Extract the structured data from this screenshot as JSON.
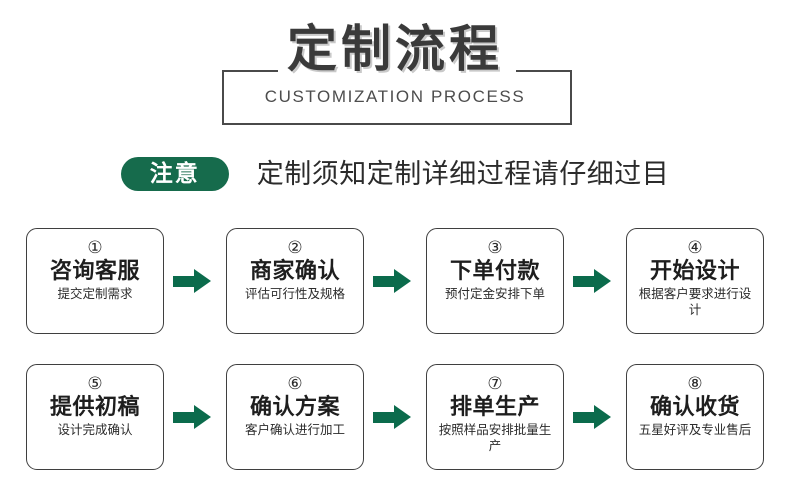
{
  "header": {
    "title_cn": "定制流程",
    "title_en": "CUSTOMIZATION PROCESS"
  },
  "notice": {
    "badge_label": "注意",
    "text": "定制须知定制详细过程请仔细过目"
  },
  "colors": {
    "badge_green": "#166B4C",
    "arrow_green": "#0B6B4C",
    "card_border": "#3f3f3f",
    "title_gray": "#3a3a3a",
    "title_shadow": "#c9c9c9"
  },
  "flow": {
    "arrow_icon": "arrow-right-icon",
    "rows": [
      {
        "steps": [
          {
            "number": "①",
            "title": "咨询客服",
            "sub": "提交定制需求"
          },
          {
            "number": "②",
            "title": "商家确认",
            "sub": "评估可行性及规格"
          },
          {
            "number": "③",
            "title": "下单付款",
            "sub": "预付定金安排下单"
          },
          {
            "number": "④",
            "title": "开始设计",
            "sub": "根据客户要求进行设计"
          }
        ]
      },
      {
        "steps": [
          {
            "number": "⑤",
            "title": "提供初稿",
            "sub": "设计完成确认"
          },
          {
            "number": "⑥",
            "title": "确认方案",
            "sub": "客户确认进行加工"
          },
          {
            "number": "⑦",
            "title": "排单生产",
            "sub": "按照样品安排批量生产"
          },
          {
            "number": "⑧",
            "title": "确认收货",
            "sub": "五星好评及专业售后"
          }
        ]
      }
    ]
  }
}
